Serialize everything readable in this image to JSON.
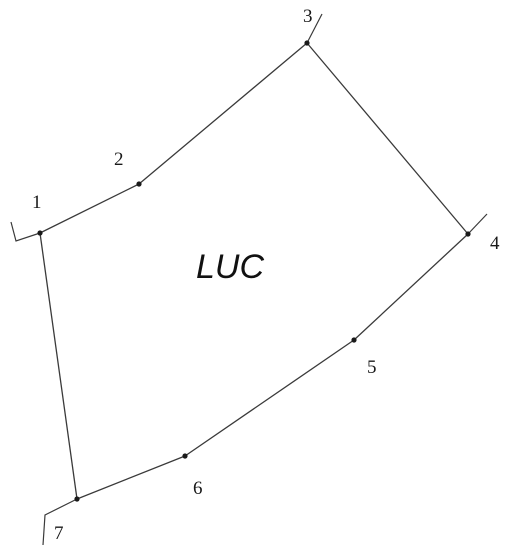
{
  "diagram": {
    "area_label": "LUC",
    "points": [
      {
        "id": "1",
        "label": "1"
      },
      {
        "id": "2",
        "label": "2"
      },
      {
        "id": "3",
        "label": "3"
      },
      {
        "id": "4",
        "label": "4"
      },
      {
        "id": "5",
        "label": "5"
      },
      {
        "id": "6",
        "label": "6"
      },
      {
        "id": "7",
        "label": "7"
      }
    ]
  }
}
